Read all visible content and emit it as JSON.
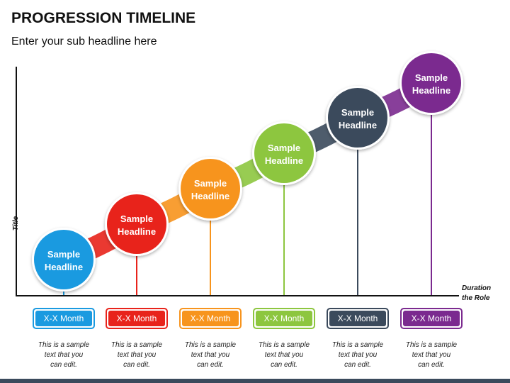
{
  "title": "PROGRESSION TIMELINE",
  "subtitle": "Enter your sub headline here",
  "y_label": "Title",
  "x_label_line1": "Duration",
  "x_label_line2": "the Role",
  "colors": {
    "blue": "#1a9ae0",
    "red": "#e8231b",
    "orange": "#f7941d",
    "green": "#8dc63f",
    "slate": "#3b4a5c",
    "purple": "#7b2a8f"
  },
  "steps": [
    {
      "headline_line1": "Sample",
      "headline_line2": "Headline",
      "month": "X-X Month",
      "desc_line1": "This is a sample",
      "desc_line2": "text that you",
      "desc_line3": "can edit.",
      "color": "#1a9ae0"
    },
    {
      "headline_line1": "Sample",
      "headline_line2": "Headline",
      "month": "X-X Month",
      "desc_line1": "This is a sample",
      "desc_line2": "text that you",
      "desc_line3": "can edit.",
      "color": "#e8231b"
    },
    {
      "headline_line1": "Sample",
      "headline_line2": "Headline",
      "month": "X-X Month",
      "desc_line1": "This is a sample",
      "desc_line2": "text that you",
      "desc_line3": "can edit.",
      "color": "#f7941d"
    },
    {
      "headline_line1": "Sample",
      "headline_line2": "Headline",
      "month": "X-X Month",
      "desc_line1": "This is a sample",
      "desc_line2": "text that you",
      "desc_line3": "can edit.",
      "color": "#8dc63f"
    },
    {
      "headline_line1": "Sample",
      "headline_line2": "Headline",
      "month": "X-X Month",
      "desc_line1": "This is a sample",
      "desc_line2": "text that you",
      "desc_line3": "can edit.",
      "color": "#3b4a5c"
    },
    {
      "headline_line1": "Sample",
      "headline_line2": "Headline",
      "month": "X-X Month",
      "desc_line1": "This is a sample",
      "desc_line2": "text that you",
      "desc_line3": "can edit.",
      "color": "#7b2a8f"
    }
  ]
}
